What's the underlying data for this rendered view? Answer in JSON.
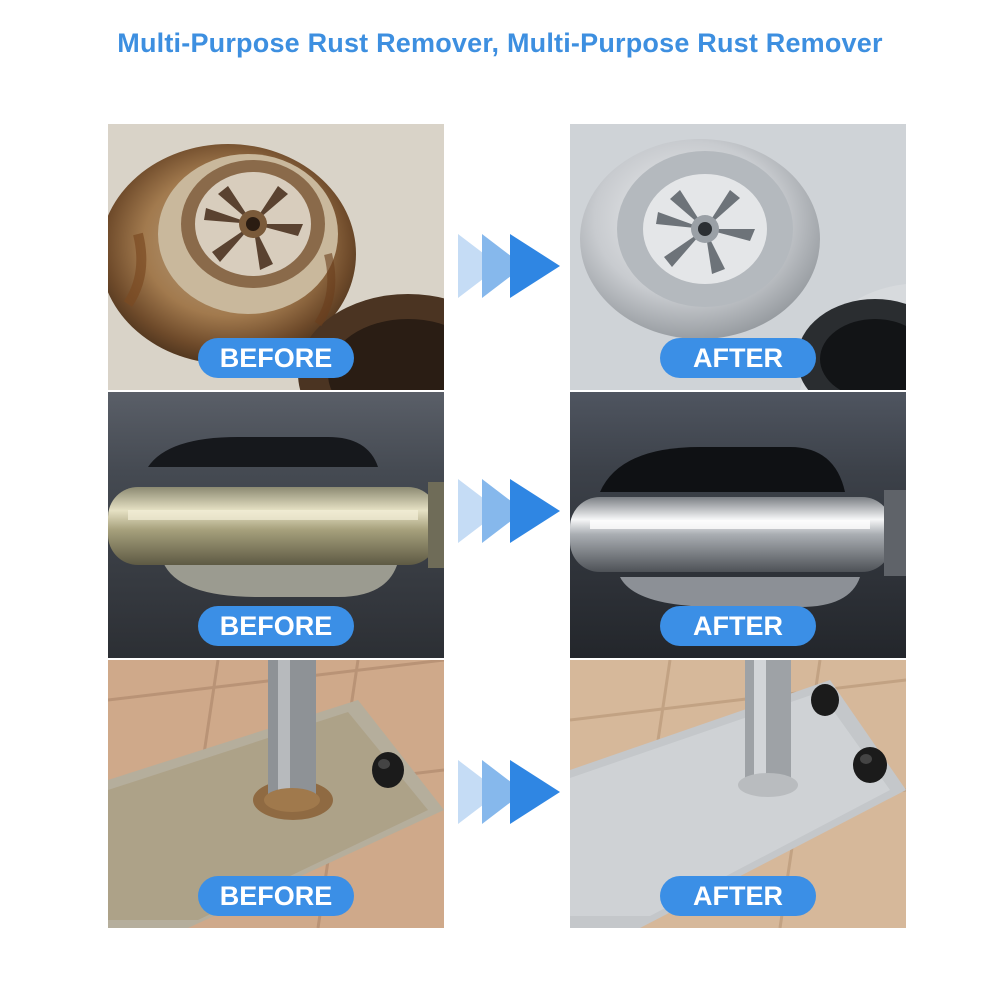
{
  "title": "Multi-Purpose Rust Remover, Multi-Purpose Rust Remover",
  "rows": [
    {
      "before_label": "BEFORE",
      "after_label": "AFTER",
      "subject": "sink drain"
    },
    {
      "before_label": "BEFORE",
      "after_label": "AFTER",
      "subject": "car door handle"
    },
    {
      "before_label": "BEFORE",
      "after_label": "AFTER",
      "subject": "metal post base plate"
    }
  ],
  "colors": {
    "accent": "#3b8fe6",
    "title": "#3d8fe0"
  },
  "icons": [
    "triple-chevron-arrow-icon"
  ]
}
